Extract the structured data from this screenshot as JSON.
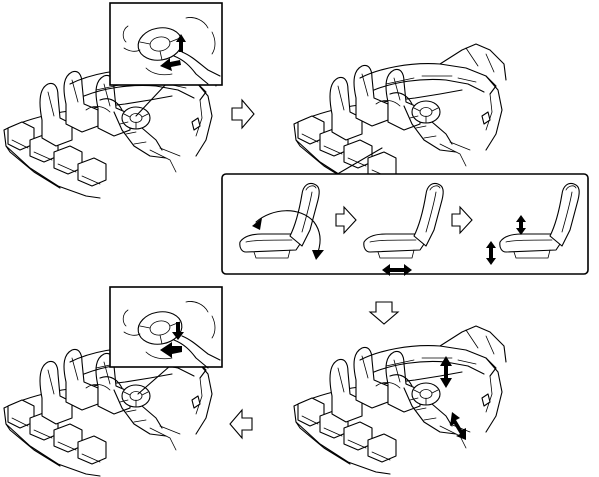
{
  "diagram": {
    "panels": [
      {
        "id": "step-1",
        "inset": "steering-adjust-lever-release"
      },
      {
        "id": "step-2",
        "inset": "none"
      },
      {
        "id": "step-3",
        "inset": "seat-adjustments"
      },
      {
        "id": "step-4",
        "inset": "steering-column-adjust"
      },
      {
        "id": "step-5",
        "inset": "steering-adjust-lever-lock"
      }
    ],
    "seat_sequence": [
      "seatback-recline",
      "seat-slide-fore-aft",
      "seat-height"
    ],
    "flow_arrows": [
      "arrow-right",
      "arrow-down",
      "arrow-left"
    ],
    "colors": {
      "line": "#000000",
      "background": "#ffffff"
    }
  }
}
